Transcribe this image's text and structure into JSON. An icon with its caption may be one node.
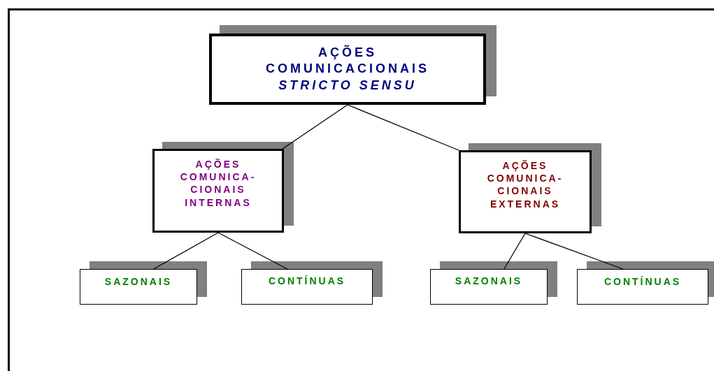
{
  "diagram": {
    "nodes": [
      {
        "text": [
          "AÇÕES COMUNICACIONAIS",
          "STRICTO SENSU"
        ]
      },
      {
        "text": [
          "AÇÕES COMUNICA- CIONAIS INTERNAS"
        ]
      },
      {
        "text": [
          "AÇÕES COMUNICA- CIONAIS EXTERNAS"
        ]
      },
      {
        "text": [
          "SAZONAIS"
        ]
      },
      {
        "text": [
          "CONTÍNUAS"
        ]
      },
      {
        "text": [
          "SAZONAIS"
        ]
      },
      {
        "text": [
          "CONTÍNUAS"
        ]
      }
    ],
    "edges": [
      {
        "from": 0,
        "to": 1,
        "arrow": "none"
      },
      {
        "from": 0,
        "to": 2,
        "arrow": "none"
      },
      {
        "from": 1,
        "to": 3,
        "arrow": "none"
      },
      {
        "from": 1,
        "to": 4,
        "arrow": "none"
      },
      {
        "from": 2,
        "to": 5,
        "arrow": "none"
      },
      {
        "from": 2,
        "to": 6,
        "arrow": "none"
      }
    ]
  }
}
